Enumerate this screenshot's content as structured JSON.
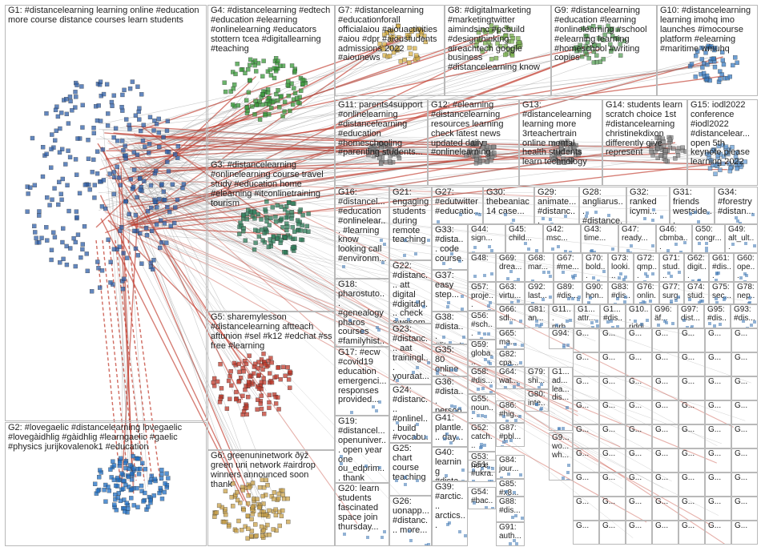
{
  "groups": [
    {
      "id": "G1",
      "label": "G1: #distancelearning learning online #education more course distance courses learn students",
      "color": "#2f5fa8"
    },
    {
      "id": "G4",
      "label": "G4: #distancelearning #edtech #education #elearning #onlinelearning #educators stottern tcea #digitallearning #teaching",
      "color": "#3a9a3a"
    },
    {
      "id": "G7",
      "label": "G7: #distancelearning #educationforall officialaiou #aiouactivities #aiou #dpr #aioustudents admissions 2022 #aiounews",
      "color": "#d8b24a"
    },
    {
      "id": "G8",
      "label": "G8: #digitalmarketing #marketingtwitter aimindsinc #pcbuild #designthinking aireachtech google business #distancelearning know",
      "color": "#7bb34f"
    },
    {
      "id": "G9",
      "label": "G9: #distancelearning #education #learning #onlinelearning #school #elearning learning #homeschool #writing copies",
      "color": "#5aa05a"
    },
    {
      "id": "G10",
      "label": "G10: #distancelearning learning imohq imo launches #imocourse platform #elearning #maritime wmuhq",
      "color": "#3b7dc4"
    },
    {
      "id": "G3",
      "label": "G3: #distancelearning #onlinelearning course travel study #education home #elearning #itconlinetraining tourism",
      "color": "#2e7d5a"
    },
    {
      "id": "G11",
      "label": "G11: parents4support #onlinelearning #distancelearning #education #homeschooling #parenting students...",
      "color": "#8a8a8a"
    },
    {
      "id": "G12",
      "label": "G12: #elearning #distancelearning resources learning check latest news updated daily #onlinelearning",
      "color": "#8a8a8a"
    },
    {
      "id": "G13",
      "label": "G13: #distancelearning learning more 3rteachertrain online mental health students learn technology",
      "color": "#8a8a8a"
    },
    {
      "id": "G14",
      "label": "G14: students learn scratch choice 1st #distancelearning christinekdixon differently give represent",
      "color": "#8a8a8a"
    },
    {
      "id": "G15",
      "label": "G15: iodl2022 conference #iodl2022 #distancelear... open 5th keynote please learning 2022",
      "color": "#6aa0d8"
    },
    {
      "id": "G5",
      "label": "G5: sharemylesson #distancelearning aftteach aftunion #sel #k12 #edchat #ss free #learning",
      "color": "#c0392b"
    },
    {
      "id": "G2",
      "label": "G2: #lovegaelic #distancelearning lovegaelic #lovegàidhlig #gàidhlig #learngaelic #gaelic #physics jurijkovalenok1 #education",
      "color": "#1f6fc4"
    },
    {
      "id": "G6",
      "label": "G6: greenuninetwork ðÿž green uni network #airdrop winners announced soon thank",
      "color": "#c9a24a"
    },
    {
      "id": "G16",
      "label": "G16: #distancel... #education #onlinelear... #learning know looking call #environm...",
      "color": "#8a8a8a"
    },
    {
      "id": "G21",
      "label": "G21: engaging students during remote teaching",
      "color": "#8a8a8a"
    },
    {
      "id": "G27",
      "label": "G27: #edutwitter #educatio...",
      "color": "#8a8a8a"
    },
    {
      "id": "G30",
      "label": "G30: thebeaniac 14 case...",
      "color": "#8a8a8a"
    },
    {
      "id": "G29",
      "label": "G29: animate... #distanc...",
      "color": "#8a8a8a"
    },
    {
      "id": "G28",
      "label": "G28: angliarus... #distance...",
      "color": "#8a8a8a"
    },
    {
      "id": "G32",
      "label": "G32: ranked icymi...",
      "color": "#8a8a8a"
    },
    {
      "id": "G31",
      "label": "G31: friends westside...",
      "color": "#8a8a8a"
    },
    {
      "id": "G34",
      "label": "G34: #forestry #distan...",
      "color": "#8a8a8a"
    },
    {
      "id": "G18",
      "label": "G18: pharostuto... #genealogy pharos courses #familyhist...",
      "color": "#8a8a8a"
    },
    {
      "id": "G17",
      "label": "G17: #ecw #covid19 education emergenci... responses provided...",
      "color": "#8a8a8a"
    },
    {
      "id": "G19",
      "label": "G19: #distancel... openuniver... open year one ou_edprim... thank",
      "color": "#8a8a8a"
    },
    {
      "id": "G20",
      "label": "G20: learn students fascinated space join thursday...",
      "color": "#8a8a8a"
    },
    {
      "id": "G22",
      "label": "G22: #distanc... att digital #digitald... check awesom...",
      "color": "#8a8a8a"
    },
    {
      "id": "G23",
      "label": "G23: #distanc... aat trainingl... youraat...",
      "color": "#8a8a8a"
    },
    {
      "id": "G24",
      "label": "G24: #distanc... #onlinel... build #vocabu...",
      "color": "#8a8a8a"
    },
    {
      "id": "G25",
      "label": "G25: chart course teaching",
      "color": "#8a8a8a"
    },
    {
      "id": "G26",
      "label": "G26: uonapp... #distanc... more...",
      "color": "#8a8a8a"
    },
    {
      "id": "G33",
      "label": "G33: #dista... code course...",
      "color": "#8a8a8a"
    },
    {
      "id": "G37",
      "label": "G37: easy step...",
      "color": "#8a8a8a"
    },
    {
      "id": "G38",
      "label": "G38: #dista... #literat...",
      "color": "#8a8a8a"
    },
    {
      "id": "G35",
      "label": "G35: 80 online #dis...",
      "color": "#8a8a8a"
    },
    {
      "id": "G36",
      "label": "G36: #dista... person...",
      "color": "#8a8a8a"
    },
    {
      "id": "G41",
      "label": "G41: plantle... day...",
      "color": "#8a8a8a"
    },
    {
      "id": "G40",
      "label": "G40: learning #dista...",
      "color": "#8a8a8a"
    },
    {
      "id": "G39",
      "label": "G39: #arctic... arctics...",
      "color": "#8a8a8a"
    },
    {
      "id": "G44",
      "label": "G44: sign...",
      "color": "#8a8a8a"
    },
    {
      "id": "G45",
      "label": "G45: child...",
      "color": "#8a8a8a"
    },
    {
      "id": "G42",
      "label": "G42: msc...",
      "color": "#8a8a8a"
    },
    {
      "id": "G43",
      "label": "G43: time...",
      "color": "#8a8a8a"
    },
    {
      "id": "G47",
      "label": "G47: ready...",
      "color": "#8a8a8a"
    },
    {
      "id": "G46",
      "label": "G46: cbmba...",
      "color": "#8a8a8a"
    },
    {
      "id": "G50",
      "label": "G50: congr...",
      "color": "#8a8a8a"
    },
    {
      "id": "G49",
      "label": "G49: alt_ult...",
      "color": "#8a8a8a"
    },
    {
      "id": "G48",
      "label": "G48:",
      "color": "#8a8a8a"
    },
    {
      "id": "G69",
      "label": "G69: drea...",
      "color": "#8a8a8a"
    },
    {
      "id": "G68",
      "label": "G68: mar...",
      "color": "#8a8a8a"
    },
    {
      "id": "G67",
      "label": "G67: #me...",
      "color": "#8a8a8a"
    },
    {
      "id": "G70",
      "label": "G70: bold...",
      "color": "#8a8a8a"
    },
    {
      "id": "G73",
      "label": "G73: looki...",
      "color": "#8a8a8a"
    },
    {
      "id": "G72",
      "label": "G72: qmp...",
      "color": "#8a8a8a"
    },
    {
      "id": "G71",
      "label": "G71: stud...",
      "color": "#8a8a8a"
    },
    {
      "id": "G62",
      "label": "G62: digit...",
      "color": "#8a8a8a"
    },
    {
      "id": "G61",
      "label": "G61: #dis...",
      "color": "#8a8a8a"
    },
    {
      "id": "G60",
      "label": "G60: ope...",
      "color": "#8a8a8a"
    },
    {
      "id": "G57",
      "label": "G57: proje...",
      "color": "#8a8a8a"
    },
    {
      "id": "G63",
      "label": "G63: virtu...",
      "color": "#8a8a8a"
    },
    {
      "id": "G92",
      "label": "G92: last...",
      "color": "#8a8a8a"
    },
    {
      "id": "G89",
      "label": "G89: #dis...",
      "color": "#8a8a8a"
    },
    {
      "id": "G90",
      "label": "G90: hon...",
      "color": "#8a8a8a"
    },
    {
      "id": "G83",
      "label": "G83: #dis...",
      "color": "#8a8a8a"
    },
    {
      "id": "G76",
      "label": "G76: onlin...",
      "color": "#8a8a8a"
    },
    {
      "id": "G77",
      "label": "G77: surg...",
      "color": "#8a8a8a"
    },
    {
      "id": "G74",
      "label": "G74: stud...",
      "color": "#8a8a8a"
    },
    {
      "id": "G75",
      "label": "G75: sec...",
      "color": "#8a8a8a"
    },
    {
      "id": "G78",
      "label": "G78: nep...",
      "color": "#8a8a8a"
    },
    {
      "id": "G56",
      "label": "G56: #sch...",
      "color": "#8a8a8a"
    },
    {
      "id": "G66",
      "label": "G66: sdl...",
      "color": "#8a8a8a"
    },
    {
      "id": "G81",
      "label": "G81: an...",
      "color": "#8a8a8a"
    },
    {
      "id": "G11x",
      "label": "G11... mrh...",
      "color": "#8a8a8a"
    },
    {
      "id": "G1x",
      "label": "G1... attr...",
      "color": "#8a8a8a"
    },
    {
      "id": "G1y",
      "label": "G1... #dis...",
      "color": "#8a8a8a"
    },
    {
      "id": "G10x",
      "label": "G10... riddl...",
      "color": "#8a8a8a"
    },
    {
      "id": "G96",
      "label": "G96: äf...",
      "color": "#8a8a8a"
    },
    {
      "id": "G97",
      "label": "G97: dist...",
      "color": "#8a8a8a"
    },
    {
      "id": "G95",
      "label": "G95: #dis...",
      "color": "#8a8a8a"
    },
    {
      "id": "G93",
      "label": "G93: #dis...",
      "color": "#8a8a8a"
    },
    {
      "id": "G59",
      "label": "G59: globa...",
      "color": "#8a8a8a"
    },
    {
      "id": "G65",
      "label": "G65: ma...",
      "color": "#8a8a8a"
    },
    {
      "id": "G64",
      "label": "G64: wat...",
      "color": "#8a8a8a"
    },
    {
      "id": "G79",
      "label": "G79: shi...",
      "color": "#8a8a8a"
    },
    {
      "id": "G58",
      "label": "G58: #dis...",
      "color": "#8a8a8a"
    },
    {
      "id": "G80",
      "label": "G80: inte...",
      "color": "#8a8a8a"
    },
    {
      "id": "G55",
      "label": "G55: noun...",
      "color": "#8a8a8a"
    },
    {
      "id": "G86",
      "label": "G86: #hig...",
      "color": "#8a8a8a"
    },
    {
      "id": "G52",
      "label": "G52: catch...",
      "color": "#8a8a8a"
    },
    {
      "id": "G87",
      "label": "G87: #pbl...",
      "color": "#8a8a8a"
    },
    {
      "id": "G53",
      "label": "G53: nece...",
      "color": "#8a8a8a"
    },
    {
      "id": "G51",
      "label": "G51: #ukra...",
      "color": "#8a8a8a"
    },
    {
      "id": "G84",
      "label": "G84: jour...",
      "color": "#8a8a8a"
    },
    {
      "id": "G85",
      "label": "G85: #x8...",
      "color": "#8a8a8a"
    },
    {
      "id": "G54",
      "label": "G54: #bac...",
      "color": "#8a8a8a"
    },
    {
      "id": "G88",
      "label": "G88: #dis...",
      "color": "#8a8a8a"
    },
    {
      "id": "G82",
      "label": "G82: cpa...",
      "color": "#8a8a8a"
    },
    {
      "id": "G91",
      "label": "G91: auth...",
      "color": "#8a8a8a"
    },
    {
      "id": "G94",
      "label": "G94:",
      "color": "#8a8a8a"
    },
    {
      "id": "G9x",
      "label": "G9... wo... wh...",
      "color": "#8a8a8a"
    },
    {
      "id": "G1z",
      "label": "G1... ad... lea... dis...",
      "color": "#8a8a8a"
    }
  ],
  "small_cluster_label": "G...",
  "edge_colors": {
    "normal": "#8c8c8c",
    "highlight": "#c0392b"
  }
}
